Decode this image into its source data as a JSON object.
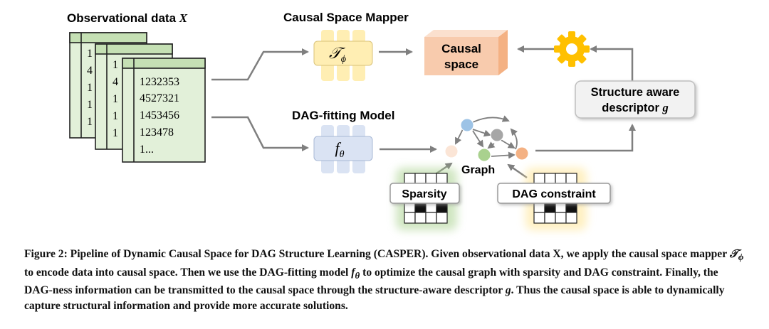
{
  "data_panel": {
    "title_text": "Observational data ",
    "title_var": "X",
    "back_sheet_digits": [
      "1",
      "4",
      "1",
      "1",
      "1"
    ],
    "mid_sheet_digits": [
      "1",
      "4",
      "1",
      "1",
      "1"
    ],
    "front_sheet_values": [
      "1232353",
      "4527321",
      "1453456",
      "123478",
      "1..."
    ]
  },
  "mapper": {
    "title": "Causal Space Mapper",
    "symbol": "𝒯",
    "subscript": "ϕ"
  },
  "causal_space": {
    "line1": "Causal",
    "line2": "space"
  },
  "dag_model": {
    "title": "DAG-fitting Model",
    "symbol": "f",
    "subscript": "θ"
  },
  "descriptor": {
    "line1": "Structure aware",
    "line2": "descriptor ",
    "var": "g"
  },
  "graph_label": "Graph",
  "sparsity_label": "Sparsity",
  "dag_constraint_label": "DAG constraint",
  "caption": {
    "prefix": "Figure 2: Pipeline of Dynamic Causal Space for DAG Structure Learning (CASPER). Given observational data X, we apply the causal space mapper ",
    "mapper_symbol": "𝒯",
    "mapper_sub": "ϕ",
    "middle1": " to encode data into causal space. Then we use the DAG-fitting model ",
    "model_symbol": "f",
    "model_sub": "θ",
    "middle2": " to optimize the causal graph with sparsity and DAG constraint. Finally, the DAG-ness information can be transmitted to the causal space through the structure-aware descriptor ",
    "desc_var": "g",
    "suffix": ". Thus the causal space is able to dynamically capture structural information and provide more accurate solutions."
  },
  "colors": {
    "sheet_fill": "#e2f0d9",
    "mapper_fill": "#ffeeb3",
    "model_fill": "#dae3f3",
    "causal_front": "#f8cbad",
    "causal_top": "#fbe0ce",
    "causal_side": "#f4b183",
    "gear": "#ffc000",
    "arrow": "#7f7f7f",
    "node_blue": "#9dc3e6",
    "node_gray": "#a6a6a6",
    "node_green": "#a9d18e",
    "node_orange": "#f4b183",
    "node_peach": "#fbe5d6"
  }
}
